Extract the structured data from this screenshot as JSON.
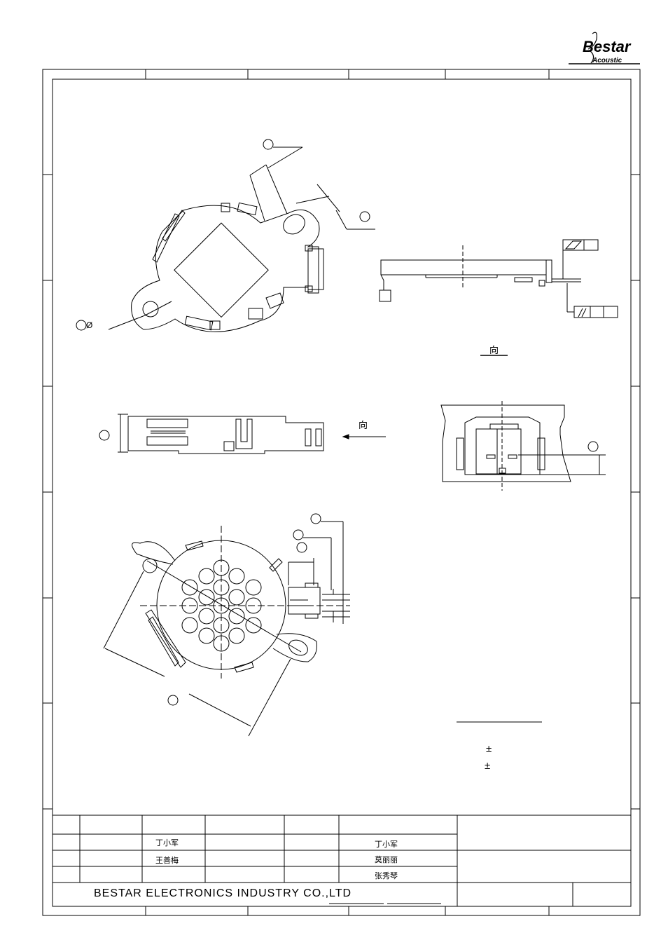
{
  "logo": {
    "brand": "Bestar",
    "sub": "Acoustic"
  },
  "labels": {
    "diameter_symbol": "Ø",
    "direction_1": "向",
    "direction_2": "向",
    "plus_minus_1": "±",
    "plus_minus_2": "±"
  },
  "title_block": {
    "names_left": [
      "丁小军",
      "王善梅"
    ],
    "names_right": [
      "丁小军",
      "莫丽丽",
      "张秀琴"
    ],
    "company": "BESTAR ELECTRONICS INDUSTRY CO.,LTD"
  },
  "colors": {
    "line": "#000000",
    "background": "#ffffff"
  }
}
